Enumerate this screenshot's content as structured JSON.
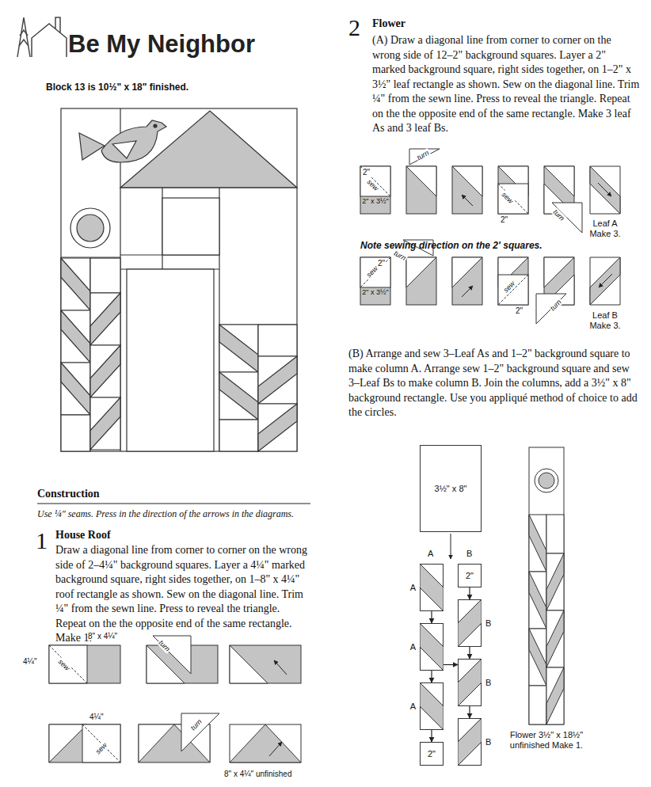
{
  "diagram": {
    "title": "Be My Neighbor",
    "nodes": [
      {
        "text": [
          "3½\" x 8\""
        ]
      },
      {
        "text": [
          "A"
        ]
      },
      {
        "text": [
          "A"
        ]
      },
      {
        "text": [
          "A"
        ]
      },
      {
        "text": [
          "2\""
        ]
      },
      {
        "text": [
          "2\""
        ]
      },
      {
        "text": [
          "B"
        ]
      },
      {
        "text": [
          "B"
        ]
      },
      {
        "text": [
          "B"
        ]
      }
    ],
    "edges": [
      {
        "from": 1,
        "to": 2,
        "arrow": "to"
      },
      {
        "from": 2,
        "to": 3,
        "arrow": "to"
      },
      {
        "from": 3,
        "to": 4,
        "arrow": "to"
      },
      {
        "from": 5,
        "to": 6,
        "arrow": "to"
      },
      {
        "from": 6,
        "to": 7,
        "arrow": "to"
      },
      {
        "from": 7,
        "to": 8,
        "arrow": "to"
      },
      {
        "from": 2,
        "to": 7,
        "arrow": "to"
      }
    ],
    "labels": [
      "Block 13 is 10½\" x 18\" finished.",
      "Construction",
      "Use ¼\" seams. Press in the direction of the arrows in the diagrams.",
      "1",
      "House Roof",
      "Draw a diagonal line from corner to corner on the wrong side of 2–4¼\" background squares. Layer a 4¼\" marked background square, right sides together, on 1–8\" x 4¼\" roof rectangle as shown. Sew on the diagonal line. Trim ¼\" from the sewn line. Press to reveal the triangle. Repeat on the the opposite end of the same rectangle. Make 1.",
      "8\" x 4¼\"",
      "4¼\"",
      "sew",
      "turn",
      "4¼\"",
      "sew",
      "turn",
      "8\" x 4¼\" unfinished",
      "2",
      "Flower",
      "(A) Draw a diagonal line from corner to corner on the wrong side of 12–2\" background squares. Layer a 2\" marked background square, right sides together, on 1–2\" x 3½\" leaf rectangle as shown. Sew on the diagonal line. Trim ¼\" from the sewn line. Press to reveal the triangle. Repeat on the the opposite end of the same rectangle. Make 3 leaf As and 3 leaf Bs.",
      "2\"",
      "sew",
      "2\" x 3½\"",
      "turn",
      "sew",
      "2\"",
      "turn",
      "Leaf A Make 3.",
      "Note sewing direction on the 2' squares.",
      "2\"",
      "sew",
      "2\" x 3½\"",
      "turn",
      "2\"",
      "sew",
      "turn",
      "Leaf B Make 3.",
      "(B) Arrange and sew 3–Leaf As and 1–2\" background square to make column A. Arrange sew 1–2\" background square and sew 3–Leaf Bs to make column B. Join the columns, add a 3½\" x 8\" background rectangle. Use you appliqué method of choice to add the circles.",
      "A",
      "B",
      "Flower 3½\" x 18½\" unfinished Make 1."
    ]
  }
}
